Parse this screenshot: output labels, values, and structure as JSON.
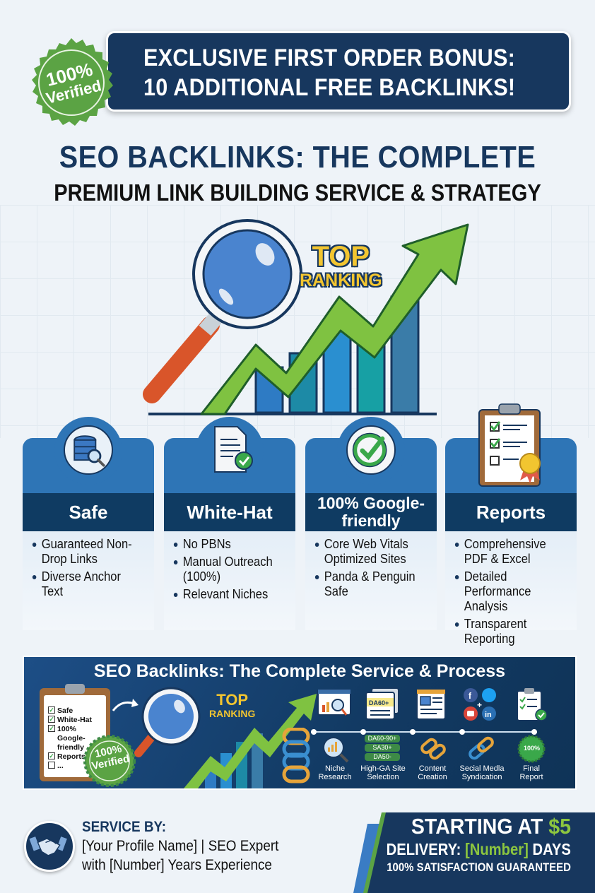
{
  "banner": {
    "seal": {
      "line1": "100%",
      "line2": "Verified"
    },
    "line1": "EXCLUSIVE FIRST ORDER BONUS:",
    "line2": "10 ADDITIONAL FREE BACKLINKS!"
  },
  "title": {
    "main": "SEO BACKLINKS: THE COMPLETE",
    "sub": "PREMIUM LINK BUILDING SERVICE & STRATEGY"
  },
  "hero": {
    "label_top": "TOP",
    "label_bottom": "RANKING",
    "icons": [
      "magnifier-icon",
      "growth-arrow-icon",
      "bar-chart-icon"
    ]
  },
  "cards": [
    {
      "title": "Safe",
      "icon": "database-search-icon",
      "bullets": [
        "Guaranteed Non-Drop Links",
        "Diverse Anchor Text"
      ]
    },
    {
      "title": "White-Hat",
      "icon": "certified-document-icon",
      "bullets": [
        "No PBNs",
        "Manual Outreach (100%)",
        "Relevant Niches"
      ]
    },
    {
      "title": "100% Google-friendly",
      "icon": "check-circle-icon",
      "bullets": [
        "Core Web Vitals Optimized Sites",
        "Panda & Penguin Safe"
      ]
    },
    {
      "title": "Reports",
      "icon": "clipboard-award-icon",
      "bullets": [
        "Comprehensive PDF & Excel",
        "Detailed Performance Analysis",
        "Transparent Reporting"
      ]
    }
  ],
  "process": {
    "title": "SEO Backlinks: The Complete Service & Process",
    "checklist": [
      "Safe",
      "White-Hat",
      "100% Google-friendly",
      "Reports",
      "..."
    ],
    "seal": {
      "line1": "100%",
      "line2": "Verified"
    },
    "label_top": "TOP",
    "label_bottom": "RANKING",
    "site_metric_card": "DA60+",
    "metric_pills": [
      "DA60-90+",
      "SA30+",
      "DA50-"
    ],
    "steps": [
      {
        "label_l1": "Niche",
        "label_l2": "Research"
      },
      {
        "label_l1": "High-GA Site",
        "label_l2": "Selection"
      },
      {
        "label_l1": "Content",
        "label_l2": "Creation"
      },
      {
        "label_l1": "Secial Medla",
        "label_l2": "Syndication"
      },
      {
        "label_l1": "Final",
        "label_l2": "Report"
      }
    ],
    "final_badge": "100%"
  },
  "footer": {
    "service_by_label": "SERVICE BY:",
    "profile_line": "[Your Profile Name] | SEO Expert",
    "experience_line": "with [Number] Years Experience",
    "price_prefix": "STARTING AT ",
    "price_value": "$5",
    "delivery_prefix": "DELIVERY: ",
    "delivery_value": "[Number]",
    "delivery_suffix": " DAYS",
    "guarantee": "100% SATISFACTION GUARANTEED"
  },
  "colors": {
    "navy": "#17375e",
    "card_blue": "#2e75b6",
    "card_header": "#0f3b62",
    "green": "#5ba344",
    "accent_green": "#8cc63f",
    "gold": "#f2c530",
    "orange_handle": "#d9552a",
    "background": "#eef3f8"
  }
}
